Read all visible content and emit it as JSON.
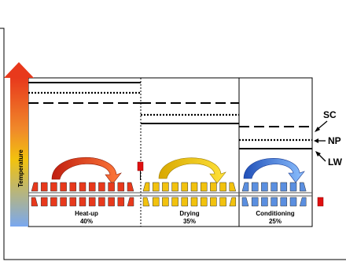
{
  "axis": {
    "label": "Temperature"
  },
  "zones": [
    {
      "name": "Heat-up",
      "share": "40%"
    },
    {
      "name": "Drying",
      "share": "35%"
    },
    {
      "name": "Conditioning",
      "share": "25%"
    }
  ],
  "legend": {
    "sc": "SC",
    "np": "NP",
    "lw": "LW"
  },
  "colors": {
    "heat": "#e8391c",
    "heat_arrow_start": "#c01e10",
    "heat_arrow_end": "#ff7a3a",
    "dry": "#f2c20e",
    "dry_arrow_start": "#d8a800",
    "dry_arrow_end": "#ffe23a",
    "cond": "#5b8fe0",
    "cond_arrow_start": "#2050b8",
    "cond_arrow_end": "#8cc0ff",
    "marker": "#e01010",
    "thermo_top": "#e8391c",
    "thermo_bottom": "#7aa8f0"
  }
}
